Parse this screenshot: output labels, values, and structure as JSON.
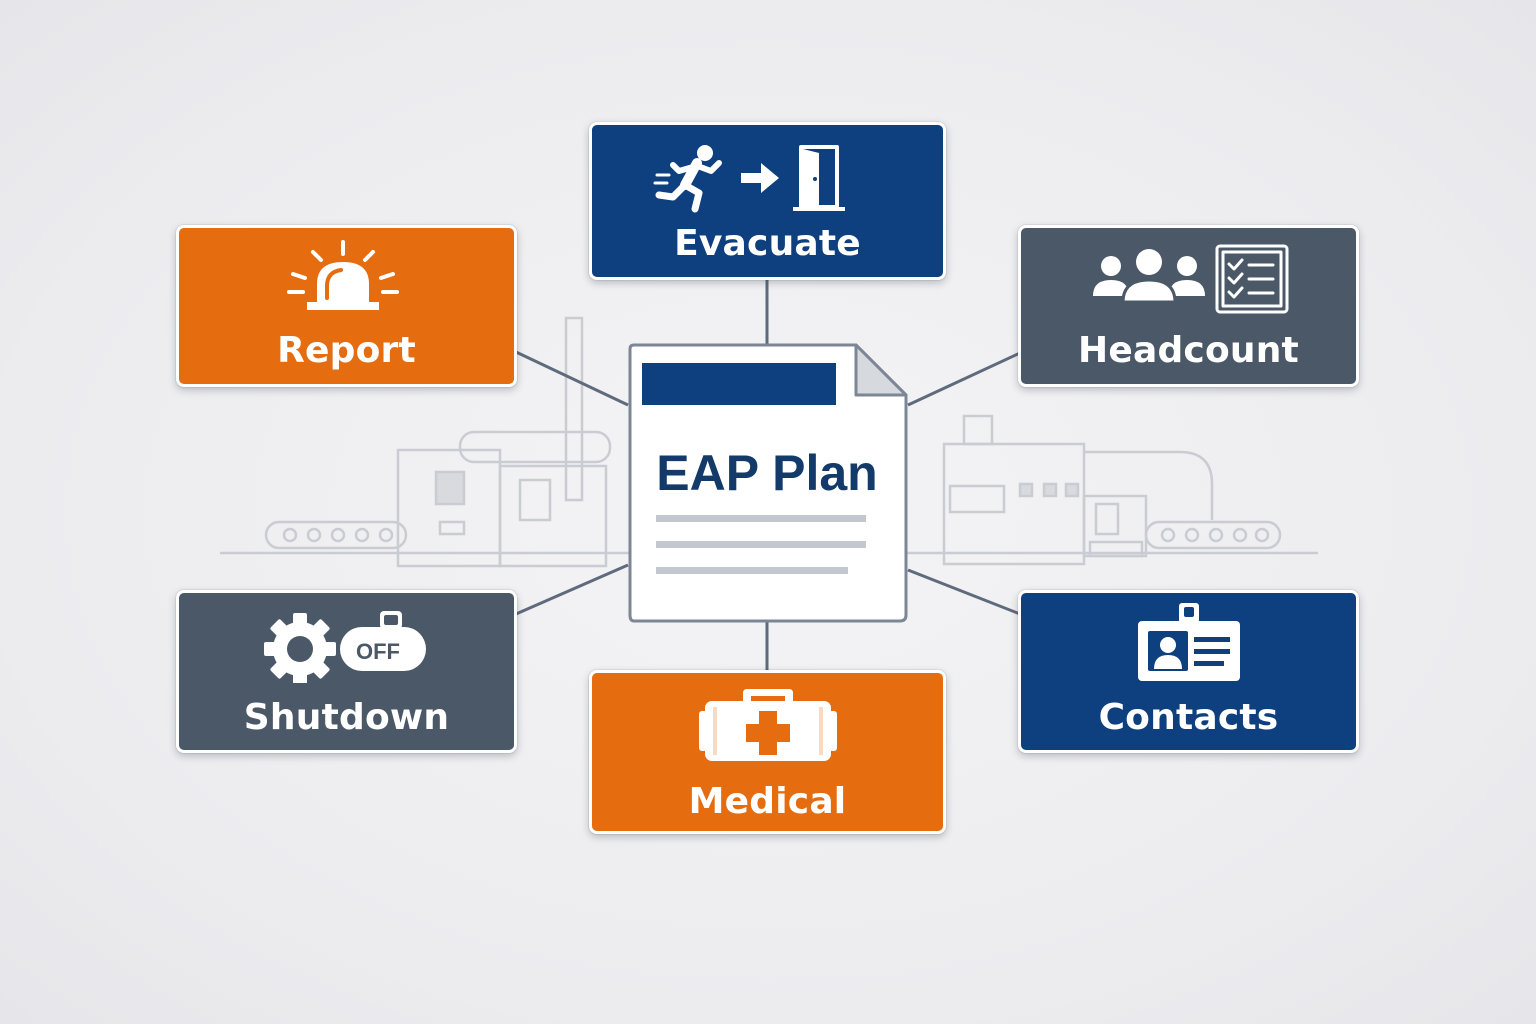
{
  "center": {
    "title": "EAP Plan"
  },
  "nodes": [
    {
      "id": "evacuate",
      "label": "Evacuate",
      "color": "#0e3f7e",
      "icon": "running-person-exit-door-icon"
    },
    {
      "id": "report",
      "label": "Report",
      "color": "#e56d10",
      "icon": "alarm-beacon-icon"
    },
    {
      "id": "headcount",
      "label": "Headcount",
      "color": "#4b5868",
      "icon": "people-checklist-icon"
    },
    {
      "id": "shutdown",
      "label": "Shutdown",
      "color": "#4b5868",
      "icon": "gear-off-switch-icon",
      "icon_text": "OFF"
    },
    {
      "id": "medical",
      "label": "Medical",
      "color": "#e56d10",
      "icon": "first-aid-kit-icon"
    },
    {
      "id": "contacts",
      "label": "Contacts",
      "color": "#0e3f7e",
      "icon": "id-badge-icon"
    }
  ],
  "colors": {
    "orange": "#e56d10",
    "navy": "#0e3f7e",
    "slate": "#4b5868",
    "connector": "#5f6b7c",
    "background": "#eeeef1"
  }
}
